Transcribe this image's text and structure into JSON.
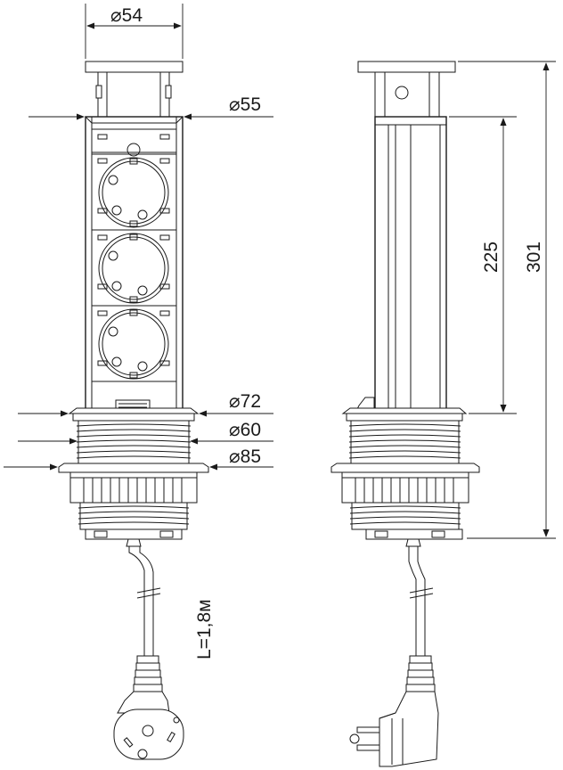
{
  "dimensions": {
    "top_cap_diameter": "⌀54",
    "column_diameter": "⌀55",
    "flange_diameter": "⌀72",
    "thread_diameter": "⌀60",
    "base_flange_diameter": "⌀85",
    "column_height": "225",
    "total_height": "301",
    "cable_length": "L=1,8м"
  }
}
